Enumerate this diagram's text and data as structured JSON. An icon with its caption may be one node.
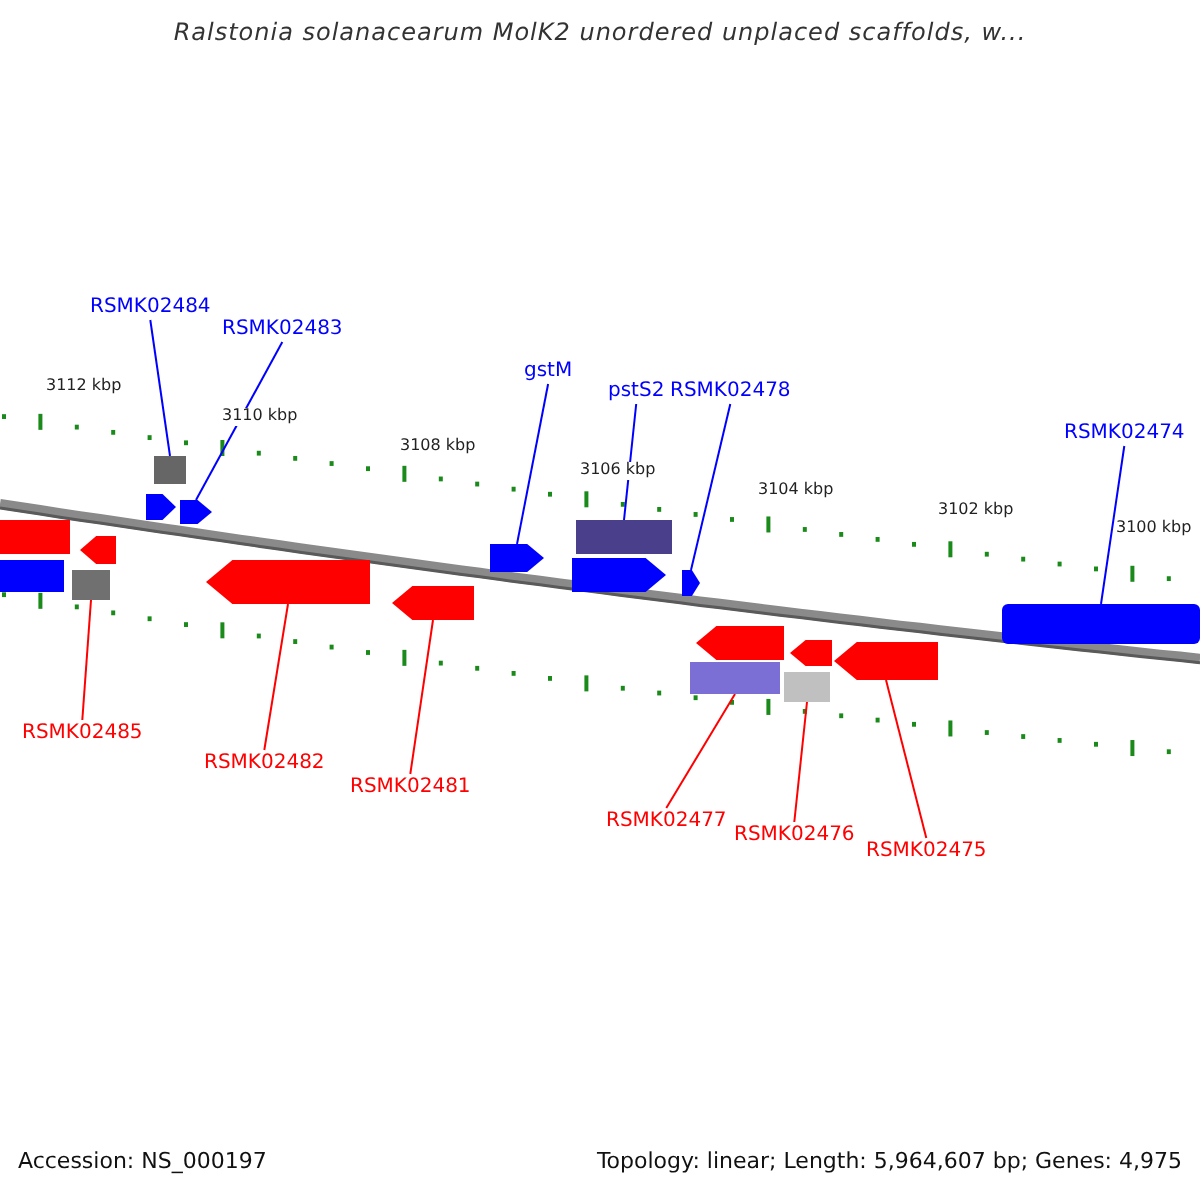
{
  "diagram": {
    "title": "Ralstonia solanacearum MolK2 unordered unplaced scaffolds, w...",
    "nodes": [
      {
        "text": [
          "RSMK02484"
        ]
      },
      {
        "text": [],
        "shape": "box"
      },
      {
        "text": [
          "RSMK02483"
        ]
      },
      {
        "text": [],
        "shape": "arrow"
      },
      {
        "text": [
          "gstM"
        ]
      },
      {
        "text": [],
        "shape": "arrow"
      },
      {
        "text": [
          "pstS2"
        ]
      },
      {
        "text": [],
        "shape": "box"
      },
      {
        "text": [
          "RSMK02478"
        ]
      },
      {
        "text": [],
        "shape": "arrow"
      },
      {
        "text": [
          "RSMK02474"
        ]
      },
      {
        "text": [],
        "shape": "bar"
      },
      {
        "text": [
          "RSMK02485"
        ]
      },
      {
        "text": [],
        "shape": "box"
      },
      {
        "text": [
          "RSMK02482"
        ]
      },
      {
        "text": [],
        "shape": "arrow"
      },
      {
        "text": [
          "RSMK02481"
        ]
      },
      {
        "text": [],
        "shape": "arrow"
      },
      {
        "text": [
          "RSMK02477"
        ]
      },
      {
        "text": [],
        "shape": "box"
      },
      {
        "text": [
          "RSMK02476"
        ]
      },
      {
        "text": [],
        "shape": "box"
      },
      {
        "text": [
          "RSMK02475"
        ]
      },
      {
        "text": [],
        "shape": "arrow"
      }
    ],
    "edges": [
      {
        "from": 0,
        "to": 1,
        "arrow": "none"
      },
      {
        "from": 2,
        "to": 3,
        "arrow": "none"
      },
      {
        "from": 4,
        "to": 5,
        "arrow": "none"
      },
      {
        "from": 6,
        "to": 7,
        "arrow": "none"
      },
      {
        "from": 8,
        "to": 9,
        "arrow": "none"
      },
      {
        "from": 10,
        "to": 11,
        "arrow": "none"
      },
      {
        "from": 12,
        "to": 13,
        "arrow": "none",
        "color": "#ff0000"
      },
      {
        "from": 14,
        "to": 15,
        "arrow": "none",
        "color": "#ff0000"
      },
      {
        "from": 16,
        "to": 17,
        "arrow": "none",
        "color": "#ff0000"
      },
      {
        "from": 18,
        "to": 19,
        "arrow": "none",
        "color": "#ff0000"
      },
      {
        "from": 20,
        "to": 21,
        "arrow": "none",
        "color": "#ff0000"
      },
      {
        "from": 22,
        "to": 23,
        "arrow": "none",
        "color": "#ff0000"
      }
    ],
    "labels": [
      "3112 kbp",
      "3110 kbp",
      "3108 kbp",
      "3106 kbp",
      "3104 kbp",
      "3102 kbp",
      "3100 kbp",
      "Accession: NS_000197",
      "Topology: linear; Length: 5,964,607 bp; Genes: 4,975"
    ]
  }
}
